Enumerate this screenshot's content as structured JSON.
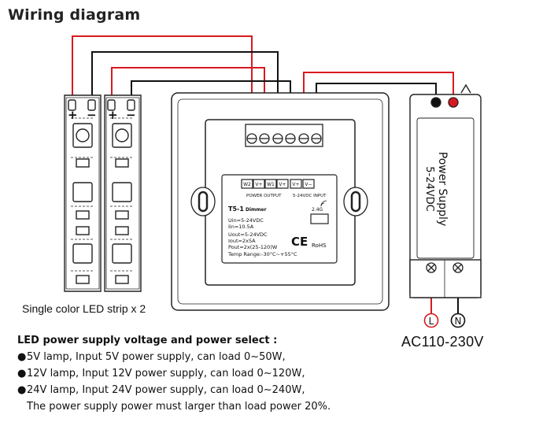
{
  "title": "Wiring diagram",
  "strip_caption": "Single color LED strip x 2",
  "strip_terminals": {
    "plus": "+",
    "minus": "−"
  },
  "dimmer": {
    "model": "T5-1",
    "model_sub": "Dimmer",
    "uin": "Uin=5-24VDC",
    "iin": "Iin=10.5A",
    "uout": "Uout=5-24VDC",
    "iout": "Iout=2x5A",
    "pout": "Pout=2x(25-120)W",
    "temp": "Temp Range:-30°C~+55°C",
    "ce": "CE",
    "rohs": "RoHS",
    "rf": "2.4G",
    "terminals": [
      "W2",
      "V+",
      "W1",
      "V+",
      "V+",
      "V−"
    ],
    "output_label": "POWER OUTPUT",
    "input_label": "5-24VDC INPUT"
  },
  "power_supply": {
    "line1": "Power Supply",
    "line2": "5-24VDC"
  },
  "ac_input": {
    "L": "L",
    "N": "N",
    "label": "AC110-230V"
  },
  "notes": {
    "heading": "LED power supply voltage and power select :",
    "bullets": [
      "5V lamp, Input 5V power supply, can load 0~50W,",
      "12V lamp, Input 12V power supply, can load 0~120W,",
      "24V lamp, Input 24V power supply, can load 0~240W,"
    ],
    "footer": "The power supply power must larger than load power 20%."
  },
  "colors": {
    "positive_wire": "#d71a20",
    "negative_wire": "#111111",
    "frame": "#222222"
  }
}
